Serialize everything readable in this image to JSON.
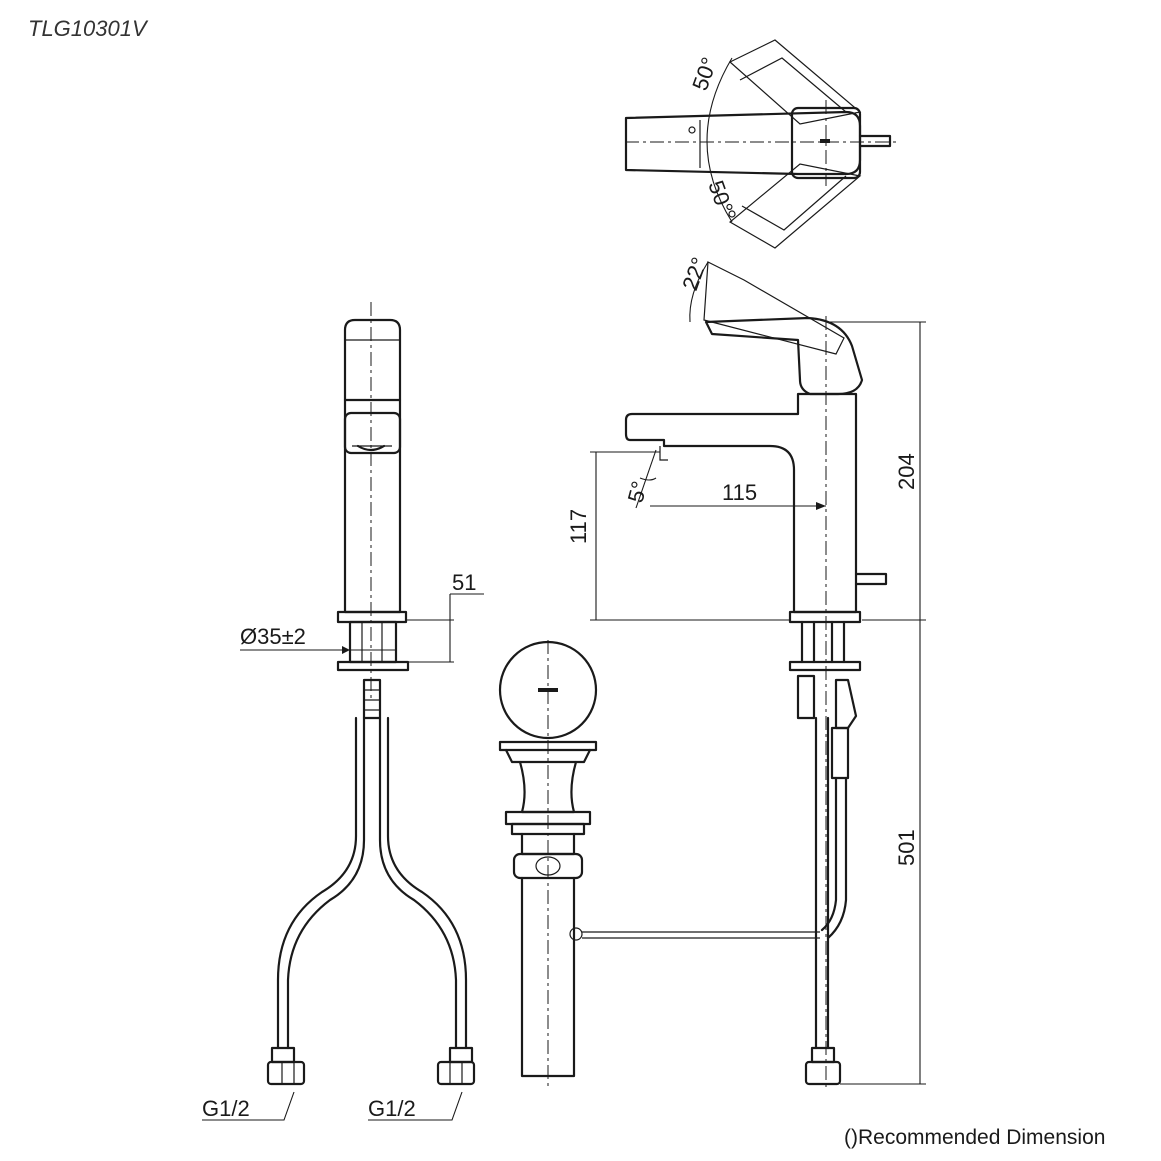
{
  "model_code": "TLG10301V",
  "footnote": "()Recommended Dimension",
  "dimensions": {
    "base_height": "51",
    "hole_diameter": "Ø35±2",
    "reach": "115",
    "spout_height": "117",
    "total_height": "204",
    "hose_length": "501"
  },
  "angles": {
    "top_left": "50°",
    "top_right": "50°",
    "lever_lift": "22°",
    "spout_tilt": "5°"
  },
  "connections": {
    "left_thread": "G1/2",
    "right_thread": "G1/2"
  }
}
